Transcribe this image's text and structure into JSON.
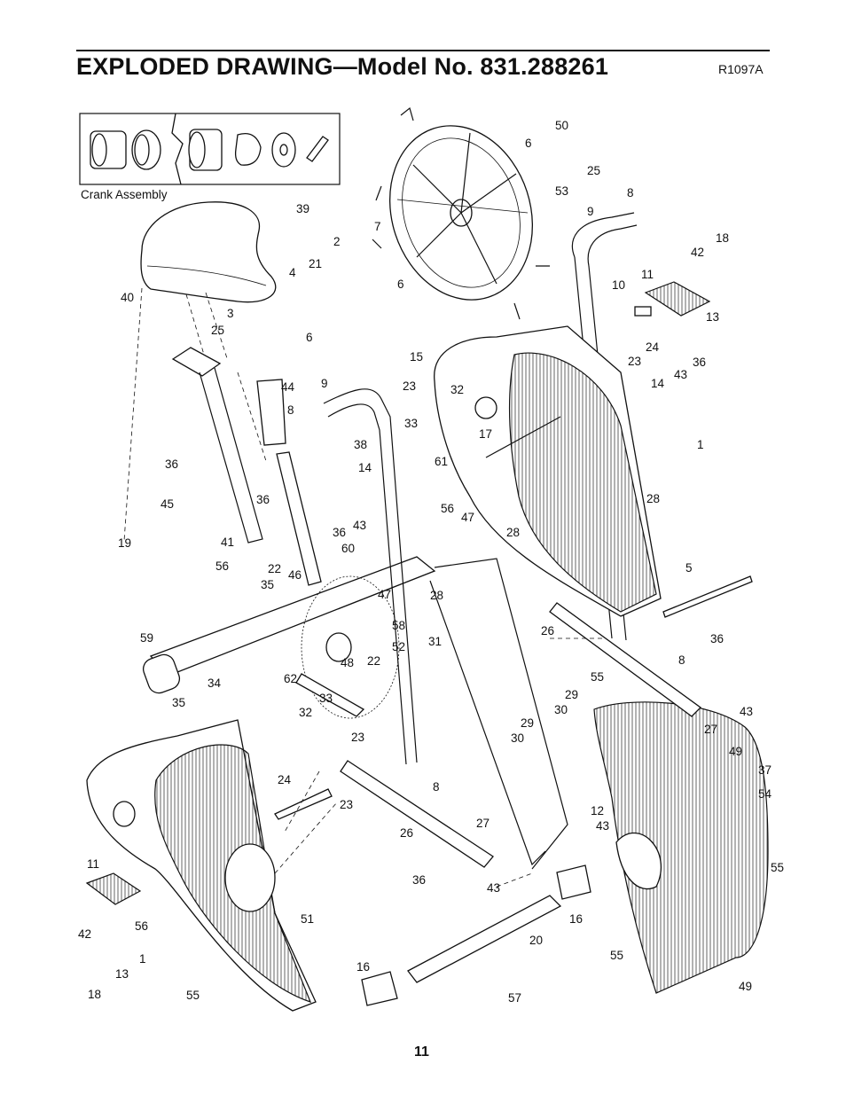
{
  "header": {
    "title": "EXPLODED DRAWING—Model No. 831.288261",
    "drawing_code": "R1097A"
  },
  "inset": {
    "caption": "Crank Assembly"
  },
  "footer": {
    "page_number": "11"
  },
  "labels": [
    "1",
    "1",
    "2",
    "3",
    "4",
    "5",
    "6",
    "6",
    "6",
    "7",
    "8",
    "8",
    "8",
    "8",
    "9",
    "9",
    "10",
    "11",
    "11",
    "12",
    "13",
    "13",
    "14",
    "14",
    "15",
    "16",
    "16",
    "17",
    "18",
    "18",
    "19",
    "20",
    "21",
    "22",
    "22",
    "23",
    "23",
    "23",
    "23",
    "24",
    "24",
    "25",
    "25",
    "26",
    "26",
    "27",
    "27",
    "28",
    "28",
    "28",
    "29",
    "29",
    "30",
    "30",
    "31",
    "32",
    "32",
    "33",
    "33",
    "34",
    "35",
    "35",
    "36",
    "36",
    "36",
    "36",
    "36",
    "36",
    "37",
    "38",
    "39",
    "40",
    "41",
    "42",
    "42",
    "43",
    "43",
    "43",
    "43",
    "43",
    "44",
    "45",
    "46",
    "47",
    "47",
    "48",
    "49",
    "49",
    "50",
    "51",
    "52",
    "53",
    "54",
    "55",
    "55",
    "55",
    "55",
    "56",
    "56",
    "56",
    "57",
    "58",
    "59",
    "60",
    "61",
    "62"
  ]
}
